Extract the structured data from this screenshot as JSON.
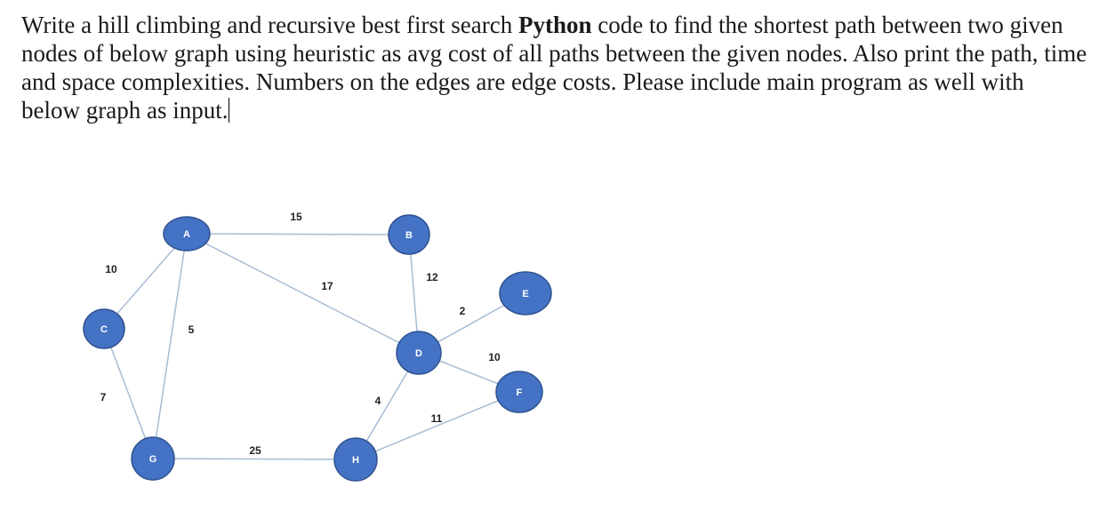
{
  "question": {
    "part1": "Write a hill climbing and recursive best first search ",
    "bold": "Python",
    "part2": " code to find the shortest path between two given nodes of below graph using heuristic as avg cost of all paths between the given nodes. Also print the path, time and space complexities. Numbers on the edges are edge costs. Please include main program as well with below graph as input."
  },
  "graph": {
    "nodes": [
      "A",
      "B",
      "C",
      "D",
      "E",
      "F",
      "G",
      "H"
    ],
    "edges": [
      {
        "from": "A",
        "to": "B",
        "cost": "15"
      },
      {
        "from": "A",
        "to": "C",
        "cost": "10"
      },
      {
        "from": "A",
        "to": "G",
        "cost": "5"
      },
      {
        "from": "A",
        "to": "D",
        "cost": "17"
      },
      {
        "from": "B",
        "to": "D",
        "cost": "12"
      },
      {
        "from": "C",
        "to": "G",
        "cost": "7"
      },
      {
        "from": "D",
        "to": "E",
        "cost": "2"
      },
      {
        "from": "D",
        "to": "F",
        "cost": "10"
      },
      {
        "from": "D",
        "to": "H",
        "cost": "4"
      },
      {
        "from": "G",
        "to": "H",
        "cost": "25"
      },
      {
        "from": "H",
        "to": "F",
        "cost": "11"
      }
    ],
    "colors": {
      "node_fill": "#4472c4",
      "node_stroke": "#2f528f",
      "edge": "#a7bcd3"
    }
  }
}
